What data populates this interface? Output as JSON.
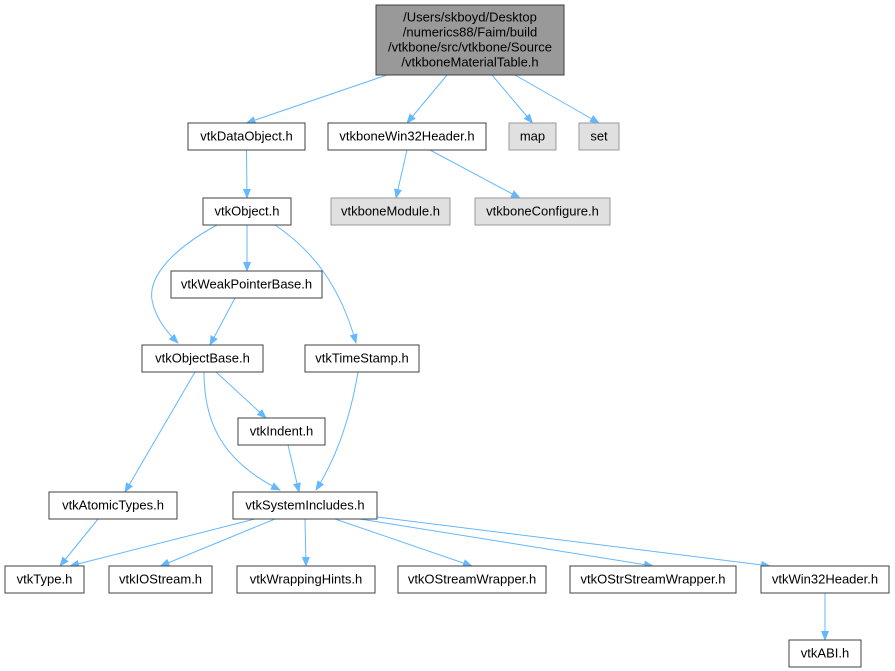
{
  "graph": {
    "nodes": [
      {
        "id": "root",
        "label": [
          "/Users/skboyd/Desktop",
          "/numerics88/Faim/build",
          "/vtkbone/src/vtkbone/Source",
          "/vtkboneMaterialTable.h"
        ],
        "style": "root"
      },
      {
        "id": "vtkDataObject",
        "label": [
          "vtkDataObject.h"
        ],
        "style": "file"
      },
      {
        "id": "vtkboneWin32Header",
        "label": [
          "vtkboneWin32Header.h"
        ],
        "style": "file"
      },
      {
        "id": "map",
        "label": [
          "map"
        ],
        "style": "external"
      },
      {
        "id": "set",
        "label": [
          "set"
        ],
        "style": "external"
      },
      {
        "id": "vtkboneModule",
        "label": [
          "vtkboneModule.h"
        ],
        "style": "external"
      },
      {
        "id": "vtkboneConfigure",
        "label": [
          "vtkboneConfigure.h"
        ],
        "style": "external"
      },
      {
        "id": "vtkObject",
        "label": [
          "vtkObject.h"
        ],
        "style": "file"
      },
      {
        "id": "vtkWeakPointerBase",
        "label": [
          "vtkWeakPointerBase.h"
        ],
        "style": "file"
      },
      {
        "id": "vtkObjectBase",
        "label": [
          "vtkObjectBase.h"
        ],
        "style": "file"
      },
      {
        "id": "vtkTimeStamp",
        "label": [
          "vtkTimeStamp.h"
        ],
        "style": "file"
      },
      {
        "id": "vtkIndent",
        "label": [
          "vtkIndent.h"
        ],
        "style": "file"
      },
      {
        "id": "vtkAtomicTypes",
        "label": [
          "vtkAtomicTypes.h"
        ],
        "style": "file"
      },
      {
        "id": "vtkSystemIncludes",
        "label": [
          "vtkSystemIncludes.h"
        ],
        "style": "file"
      },
      {
        "id": "vtkType",
        "label": [
          "vtkType.h"
        ],
        "style": "file"
      },
      {
        "id": "vtkIOStream",
        "label": [
          "vtkIOStream.h"
        ],
        "style": "file"
      },
      {
        "id": "vtkWrappingHints",
        "label": [
          "vtkWrappingHints.h"
        ],
        "style": "file"
      },
      {
        "id": "vtkOStreamWrapper",
        "label": [
          "vtkOStreamWrapper.h"
        ],
        "style": "file"
      },
      {
        "id": "vtkOStrStreamWrapper",
        "label": [
          "vtkOStrStreamWrapper.h"
        ],
        "style": "file"
      },
      {
        "id": "vtkWin32Header",
        "label": [
          "vtkWin32Header.h"
        ],
        "style": "file"
      },
      {
        "id": "vtkABI",
        "label": [
          "vtkABI.h"
        ],
        "style": "file"
      }
    ],
    "edges": [
      {
        "from": "root",
        "to": "vtkDataObject"
      },
      {
        "from": "root",
        "to": "vtkboneWin32Header"
      },
      {
        "from": "root",
        "to": "map"
      },
      {
        "from": "root",
        "to": "set"
      },
      {
        "from": "vtkDataObject",
        "to": "vtkObject"
      },
      {
        "from": "vtkboneWin32Header",
        "to": "vtkboneModule"
      },
      {
        "from": "vtkboneWin32Header",
        "to": "vtkboneConfigure"
      },
      {
        "from": "vtkObject",
        "to": "vtkWeakPointerBase"
      },
      {
        "from": "vtkObject",
        "to": "vtkObjectBase"
      },
      {
        "from": "vtkObject",
        "to": "vtkTimeStamp"
      },
      {
        "from": "vtkWeakPointerBase",
        "to": "vtkObjectBase"
      },
      {
        "from": "vtkObjectBase",
        "to": "vtkIndent"
      },
      {
        "from": "vtkObjectBase",
        "to": "vtkAtomicTypes"
      },
      {
        "from": "vtkObjectBase",
        "to": "vtkSystemIncludes"
      },
      {
        "from": "vtkTimeStamp",
        "to": "vtkSystemIncludes"
      },
      {
        "from": "vtkIndent",
        "to": "vtkSystemIncludes"
      },
      {
        "from": "vtkAtomicTypes",
        "to": "vtkType"
      },
      {
        "from": "vtkSystemIncludes",
        "to": "vtkType"
      },
      {
        "from": "vtkSystemIncludes",
        "to": "vtkIOStream"
      },
      {
        "from": "vtkSystemIncludes",
        "to": "vtkWrappingHints"
      },
      {
        "from": "vtkSystemIncludes",
        "to": "vtkOStreamWrapper"
      },
      {
        "from": "vtkSystemIncludes",
        "to": "vtkOStrStreamWrapper"
      },
      {
        "from": "vtkSystemIncludes",
        "to": "vtkWin32Header"
      },
      {
        "from": "vtkWin32Header",
        "to": "vtkABI"
      }
    ]
  },
  "colors": {
    "root_fill": "#999999",
    "external_fill": "#e0e0e0",
    "file_fill": "#ffffff",
    "border_dark": "#404040",
    "border_light": "#999999",
    "edge": "#63b8ff",
    "text": "#000000"
  }
}
